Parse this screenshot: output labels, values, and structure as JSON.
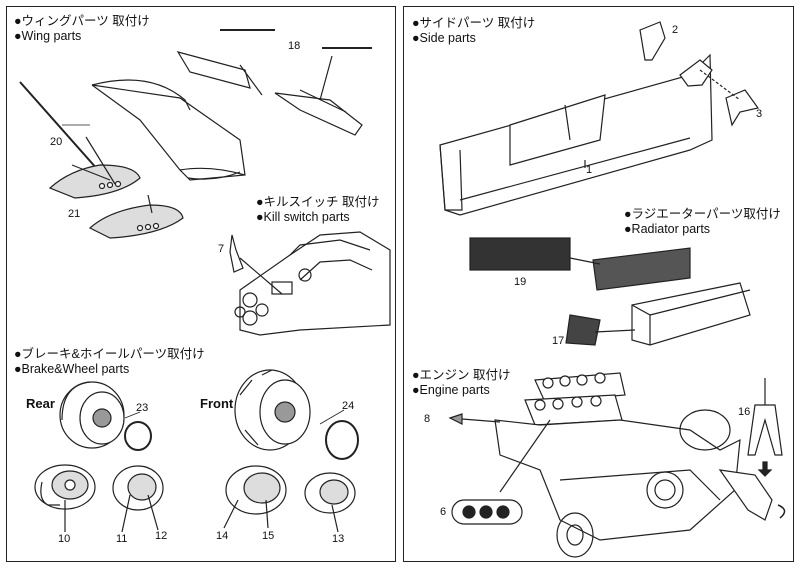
{
  "left_panel": {
    "wing": {
      "title_jp": "●ウィングパーツ 取付け",
      "title_en": "●Wing parts",
      "numbers": [
        "18",
        "20",
        "21"
      ]
    },
    "kill_switch": {
      "title_jp": "●キルスイッチ 取付け",
      "title_en": "●Kill switch parts",
      "numbers": [
        "7"
      ]
    },
    "brake_wheel": {
      "title_jp": "●ブレーキ&ホイールパーツ取付け",
      "title_en": "●Brake&Wheel parts",
      "rear_label": "Rear",
      "front_label": "Front",
      "numbers": [
        "23",
        "24",
        "10",
        "11",
        "12",
        "14",
        "15",
        "13"
      ]
    }
  },
  "right_panel": {
    "side": {
      "title_jp": "●サイドパーツ 取付け",
      "title_en": "●Side parts",
      "numbers": [
        "2",
        "3",
        "1"
      ]
    },
    "radiator": {
      "title_jp": "●ラジエーターパーツ取付け",
      "title_en": "●Radiator parts",
      "numbers": [
        "19",
        "17"
      ]
    },
    "engine": {
      "title_jp": "●エンジン 取付け",
      "title_en": "●Engine parts",
      "numbers": [
        "8",
        "6",
        "16"
      ]
    }
  }
}
